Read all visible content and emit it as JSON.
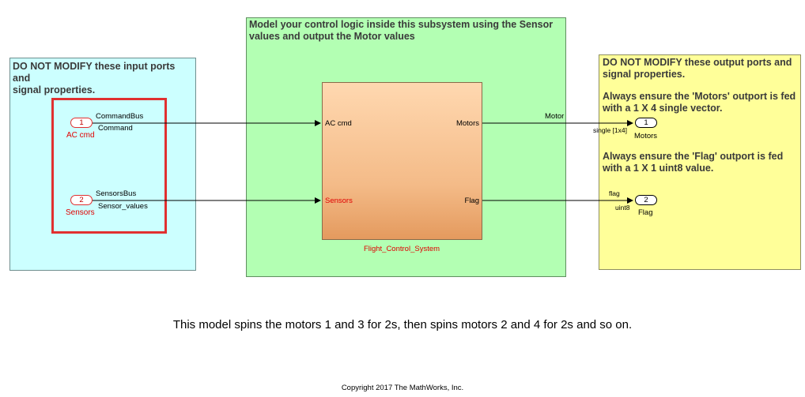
{
  "input_area": {
    "title": "DO NOT MODIFY these input ports and\nsignal properties."
  },
  "control_area": {
    "title": "Model your control logic inside this subsystem using the Sensor\nvalues and output the Motor values"
  },
  "output_area": {
    "note1": "DO NOT MODIFY these output ports and\nsignal properties.",
    "note2": "Always ensure the 'Motors' outport is fed\nwith a 1 X 4 single vector.",
    "note3": "Always ensure the 'Flag' outport is fed\nwith a 1 X 1 uint8 value."
  },
  "inports": [
    {
      "number": "1",
      "name": "AC cmd",
      "bus": "CommandBus",
      "signal": "Command"
    },
    {
      "number": "2",
      "name": "Sensors",
      "bus": "SensorsBus",
      "signal": "Sensor_values"
    }
  ],
  "subsystem": {
    "name": "Flight_Control_System",
    "in1": "AC cmd",
    "in2": "Sensors",
    "out1": "Motors",
    "out2": "Flag"
  },
  "outports": [
    {
      "number": "1",
      "name": "Motors",
      "signal": "Motor",
      "type": "single [1x4]"
    },
    {
      "number": "2",
      "name": "Flag",
      "signal": "flag",
      "type": "uint8"
    }
  ],
  "description": "This model spins the motors 1 and 3 for 2s, then spins motors 2 and 4 for 2s and so on.",
  "copyright": "Copyright 2017 The MathWorks, Inc.",
  "colors": {
    "input_area": "#ccffff",
    "control_area": "#b3ffb3",
    "output_area": "#ffff99",
    "highlight": "#e03030"
  }
}
